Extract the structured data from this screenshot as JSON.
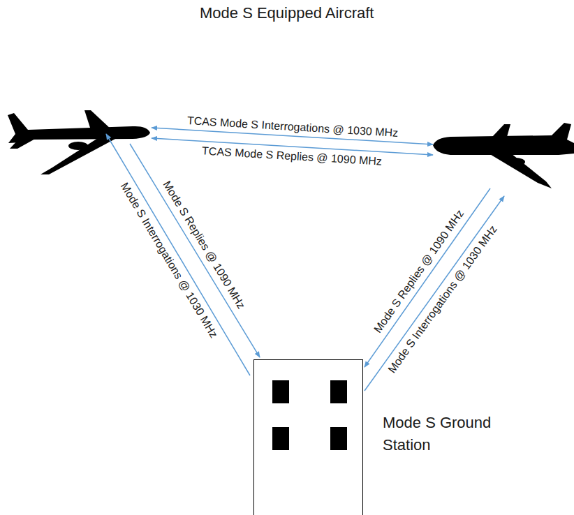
{
  "diagram": {
    "title": "Mode S Equipped Aircraft",
    "nodes": [
      {
        "text": [
          "Mode S Ground Station"
        ]
      }
    ],
    "labels": [
      "TCAS Mode S Interrogations @ 1030 MHz",
      "TCAS Mode S Replies @ 1090 MHz",
      "Mode S Interrogations @ 1030 MHz",
      "Mode S Replies @ 1090 MHz",
      "Mode S Replies @ 1090 MHz",
      "Mode S Interrogations @ 1030 MHz"
    ]
  }
}
